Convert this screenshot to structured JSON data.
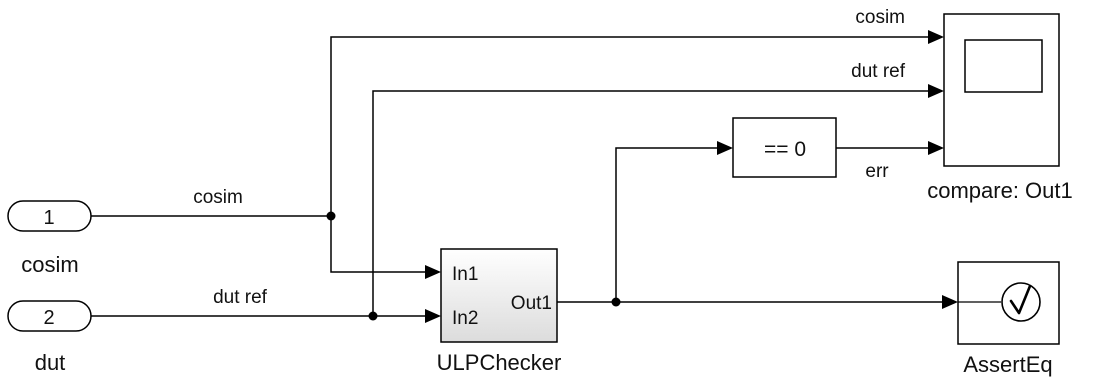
{
  "inports": [
    {
      "number": "1",
      "name": "cosim"
    },
    {
      "number": "2",
      "name": "dut"
    }
  ],
  "signals": {
    "cosim_in": "cosim",
    "dut_ref_in": "dut ref",
    "cosim_scope": "cosim",
    "dut_ref_scope": "dut ref",
    "err": "err"
  },
  "blocks": {
    "ulp_checker": {
      "name": "ULPChecker",
      "in1": "In1",
      "in2": "In2",
      "out1": "Out1"
    },
    "compare_zero": {
      "expression": "== 0"
    },
    "scope": {
      "name": "compare: Out1"
    },
    "assert": {
      "name": "AssertEq",
      "icon": "checkmark-icon"
    }
  },
  "colors": {
    "line": "#000000",
    "block_fill": "#ffffff",
    "subsystem_fill_top": "#ffffff",
    "subsystem_fill_bottom": "#dedede"
  }
}
